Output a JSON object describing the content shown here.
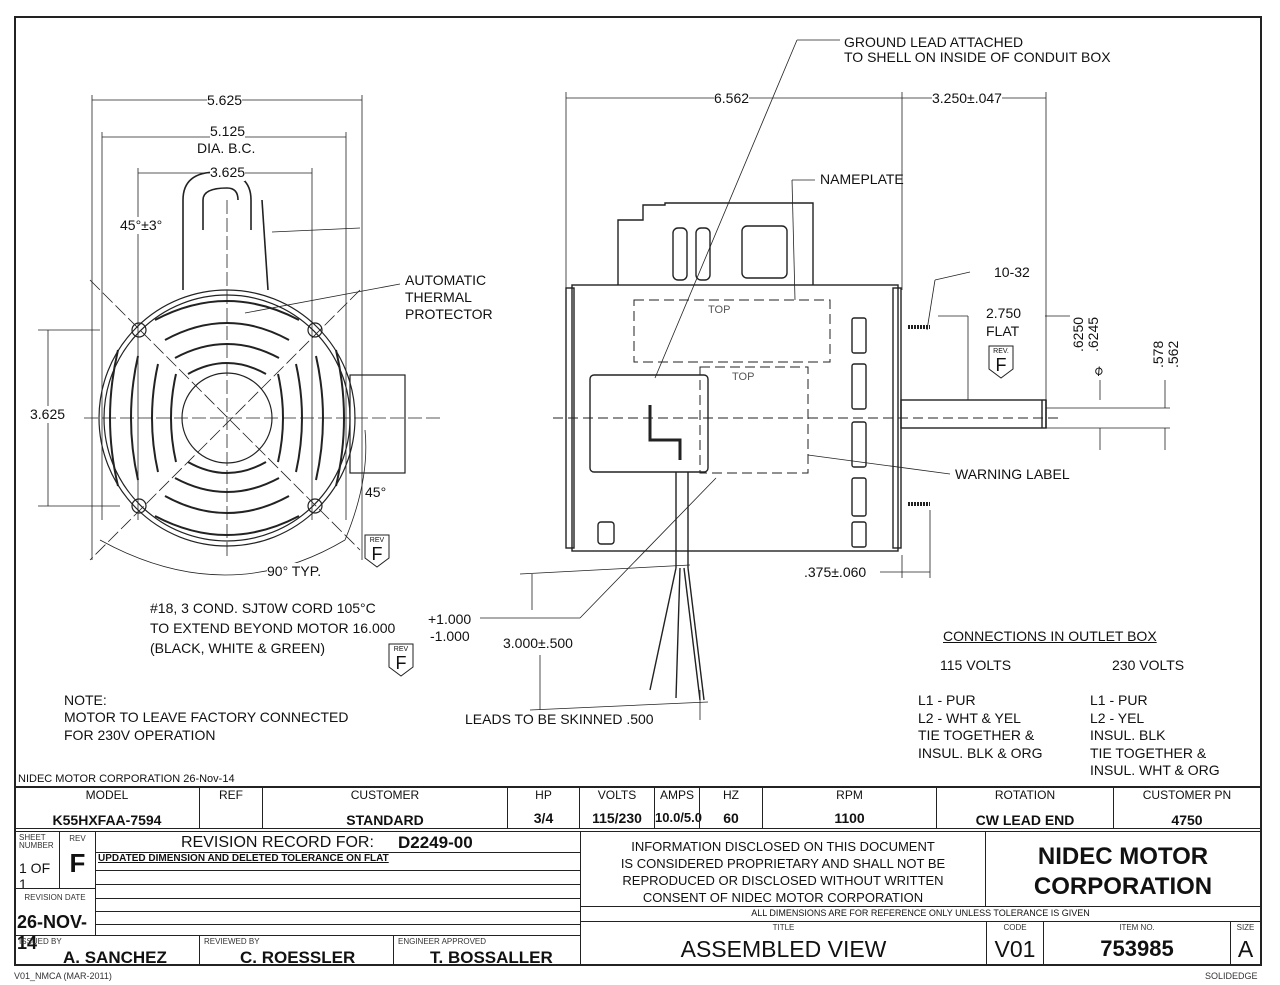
{
  "drawing": {
    "end_view": {
      "dim_overall": "5.625",
      "dim_bolt_circle": "5.125",
      "dim_bolt_circle_label": "DIA. B.C.",
      "dim_inner": "3.625",
      "dim_vertical": "3.625",
      "angle_top": "45°±3°",
      "angle_side": "45°",
      "angle_typ": "90° TYP.",
      "callout_thermal": [
        "AUTOMATIC",
        "THERMAL",
        "PROTECTOR"
      ]
    },
    "side_view": {
      "dim_length": "6.562",
      "dim_shaft": "3.250±.047",
      "dim_flat": "2.750",
      "dim_flat_label": "FLAT",
      "thread": "10-32",
      "shaft_dia_max": ".6250",
      "shaft_dia_min": ".6245",
      "diameter_symbol": "⌀",
      "flat_dim_max": ".578",
      "flat_dim_min": ".562",
      "dim_stud": ".375±.060",
      "callout_ground": [
        "GROUND LEAD ATTACHED",
        "TO SHELL ON INSIDE OF CONDUIT BOX"
      ],
      "callout_nameplate": "NAMEPLATE",
      "callout_warning": "WARNING LABEL",
      "label_top_text": "TOP"
    },
    "cord_note": [
      "#18, 3 COND. SJT0W CORD 105°C",
      "TO EXTEND BEYOND MOTOR 16.000",
      "(BLACK, WHITE & GREEN)"
    ],
    "cord_tol_plus": "+1.000",
    "cord_tol_minus": "-1.000",
    "lead_length": "3.000±.500",
    "leads_note": "LEADS TO BE SKINNED .500",
    "note_title": "NOTE:",
    "note_lines": [
      "MOTOR TO LEAVE FACTORY CONNECTED",
      "FOR 230V OPERATION"
    ],
    "rev_marker": {
      "label": "REV",
      "label_alt": "REV.",
      "letter": "F"
    },
    "connections": {
      "title": "CONNECTIONS IN OUTLET BOX",
      "col115": {
        "heading": "115 VOLTS",
        "lines": [
          "L1 - PUR",
          "L2 - WHT & YEL",
          "TIE TOGETHER &",
          "INSUL. BLK & ORG"
        ]
      },
      "col230": {
        "heading": "230 VOLTS",
        "lines": [
          "L1 - PUR",
          "L2 - YEL",
          "INSUL. BLK",
          "TIE TOGETHER &",
          "INSUL. WHT & ORG"
        ]
      }
    },
    "company_stamp": "NIDEC MOTOR CORPORATION 26-Nov-14"
  },
  "title_block": {
    "headers": {
      "model": "MODEL",
      "ref": "REF",
      "customer": "CUSTOMER",
      "hp": "HP",
      "volts": "VOLTS",
      "amps": "AMPS",
      "hz": "HZ",
      "rpm": "RPM",
      "rotation": "ROTATION",
      "customer_pn": "CUSTOMER PN"
    },
    "values": {
      "model": "K55HXFAA-7594",
      "ref": "",
      "customer": "STANDARD",
      "hp": "3/4",
      "volts": "115/230",
      "amps": "10.0/5.0",
      "hz": "60",
      "rpm": "1100",
      "rotation": "CW LEAD END",
      "customer_pn": "4750"
    },
    "sheet_label": "SHEET NUMBER",
    "sheet_value": "1 OF 1",
    "rev_label": "REV",
    "rev_value": "F",
    "revision_record_label": "REVISION RECORD FOR:",
    "revision_record_id": "D2249-00",
    "revision_lines": [
      "UPDATED DIMENSION AND DELETED TOLERANCE ON FLAT",
      "",
      "",
      "",
      ""
    ],
    "revision_date_label": "REVISION DATE",
    "revision_date": "26-NOV-14",
    "issued_by_label": "ISSUED BY",
    "issued_by": "A. SANCHEZ",
    "reviewed_by_label": "REVIEWED BY",
    "reviewed_by": "C. ROESSLER",
    "engineer_label": "ENGINEER APPROVED",
    "engineer": "T. BOSSALLER",
    "proprietary": [
      "INFORMATION DISCLOSED ON THIS DOCUMENT",
      "IS CONSIDERED PROPRIETARY AND SHALL NOT BE",
      "REPRODUCED OR DISCLOSED WITHOUT WRITTEN",
      "CONSENT OF NIDEC MOTOR CORPORATION"
    ],
    "company": [
      "NIDEC MOTOR",
      "CORPORATION"
    ],
    "dimensions_note": "ALL DIMENSIONS ARE FOR REFERENCE ONLY UNLESS TOLERANCE IS GIVEN",
    "title_label": "TITLE",
    "title": "ASSEMBLED VIEW",
    "code_label": "CODE",
    "code": "V01",
    "item_label": "ITEM NO.",
    "item": "753985",
    "size_label": "SIZE",
    "size": "A",
    "form_id": "V01_NMCA (MAR-2011)",
    "software": "SOLIDEDGE"
  }
}
